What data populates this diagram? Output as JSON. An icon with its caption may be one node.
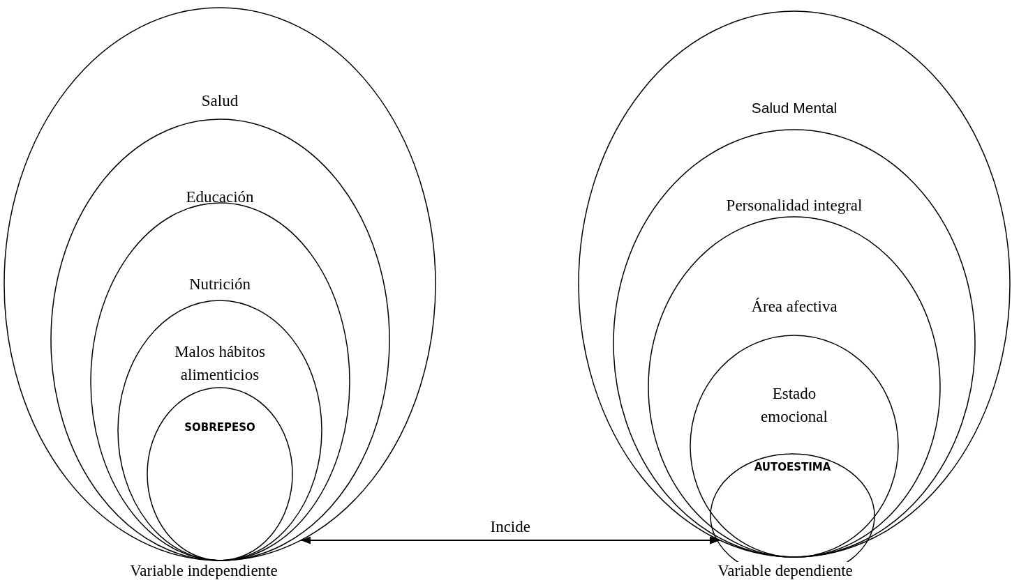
{
  "diagram": {
    "nodes": [
      {
        "text": [
          "Salud"
        ]
      },
      {
        "text": [
          "Educación"
        ],
        "in": 0
      },
      {
        "text": [
          "Nutrición"
        ],
        "in": 1
      },
      {
        "text": [
          "Malos hábitos alimenticios"
        ],
        "in": 2
      },
      {
        "text": [
          "SOBREPESO"
        ],
        "in": 3
      },
      {
        "text": [
          "Salud Mental"
        ]
      },
      {
        "text": [
          "Personalidad integral"
        ],
        "in": 5
      },
      {
        "text": [
          "Área afectiva"
        ],
        "in": 6
      },
      {
        "text": [
          "Estado emocional"
        ],
        "in": 7
      },
      {
        "text": [
          "AUTOESTIMA"
        ]
      }
    ],
    "edges": [
      {
        "from": 0,
        "to": 5,
        "arrow": "both",
        "label": "Incide"
      }
    ],
    "labels": [
      "Variable independiente",
      "Variable dependiente"
    ]
  }
}
